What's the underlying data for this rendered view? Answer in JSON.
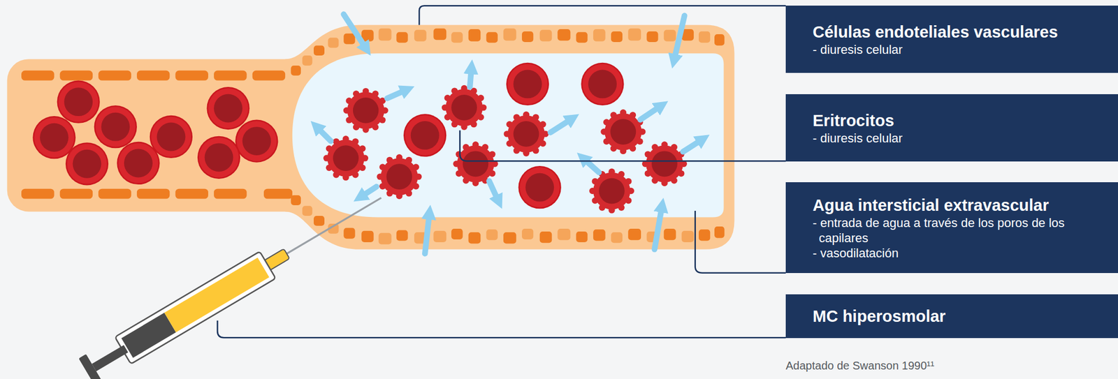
{
  "diagram": {
    "caption": "Adaptado de Swanson 1990¹¹",
    "nodes": [
      {
        "text": [
          "Células endoteliales vasculares",
          "- diuresis celular"
        ]
      },
      {
        "text": [
          "Eritrocitos",
          "- diuresis celular"
        ]
      },
      {
        "text": [
          "Agua intersticial extravascular",
          "- entrada de agua a través de los poros de los capilares",
          "- vasodilatación"
        ]
      },
      {
        "text": [
          "MC hiperosmolar"
        ]
      }
    ]
  }
}
